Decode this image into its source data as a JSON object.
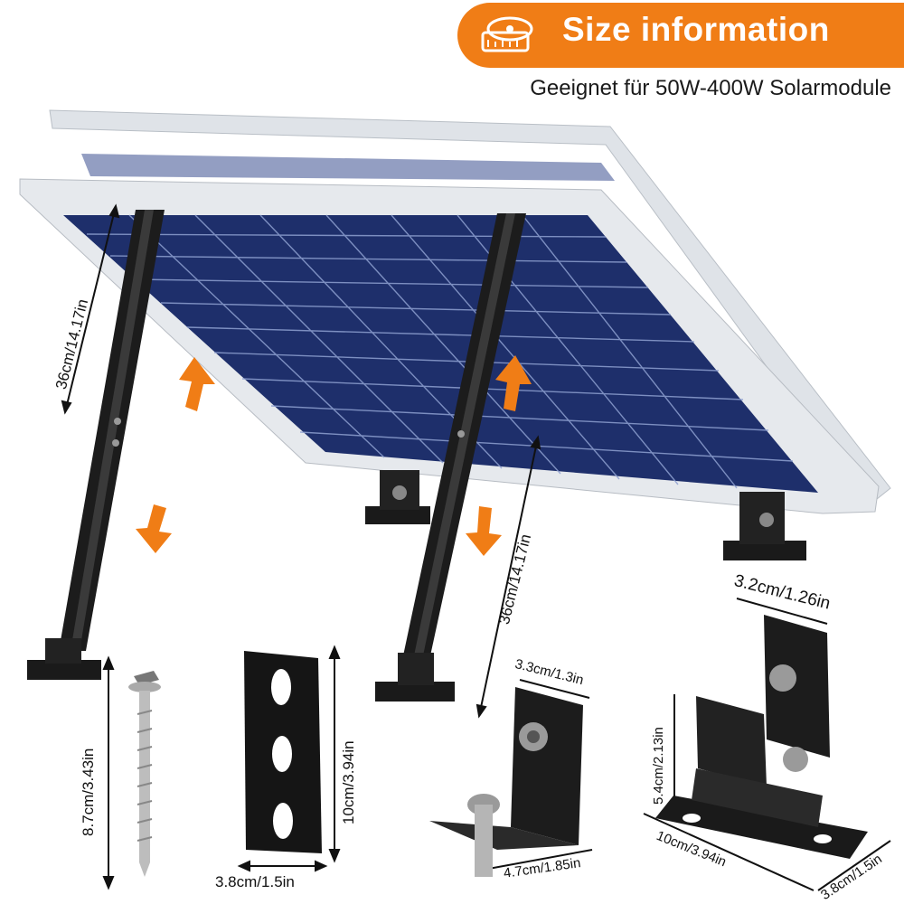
{
  "header": {
    "title": "Size information",
    "subtitle": "Geeignet für 50W-400W Solarmodule",
    "title_icon": "measuring-tape-icon"
  },
  "dimensions": {
    "leg_left_length": "36cm/14.17in",
    "leg_right_length": "36cm/14.17in",
    "screw_length": "8.7cm/3.43in",
    "plate_height": "10cm/3.94in",
    "plate_width": "3.8cm/1.5in",
    "l_bracket_top": "3.3cm/1.3in",
    "l_bracket_base": "4.7cm/1.85in",
    "mount_top_width": "3.2cm/1.26in",
    "mount_height": "5.4cm/2.13in",
    "mount_length": "10cm/3.94in",
    "mount_width": "3.8cm/1.5in"
  },
  "colors": {
    "accent": "#f07d16",
    "panel_cell": "#1e2f6b",
    "frame": "#d9dde2",
    "bracket": "#1a1a1a",
    "arrow": "#f07d16"
  }
}
